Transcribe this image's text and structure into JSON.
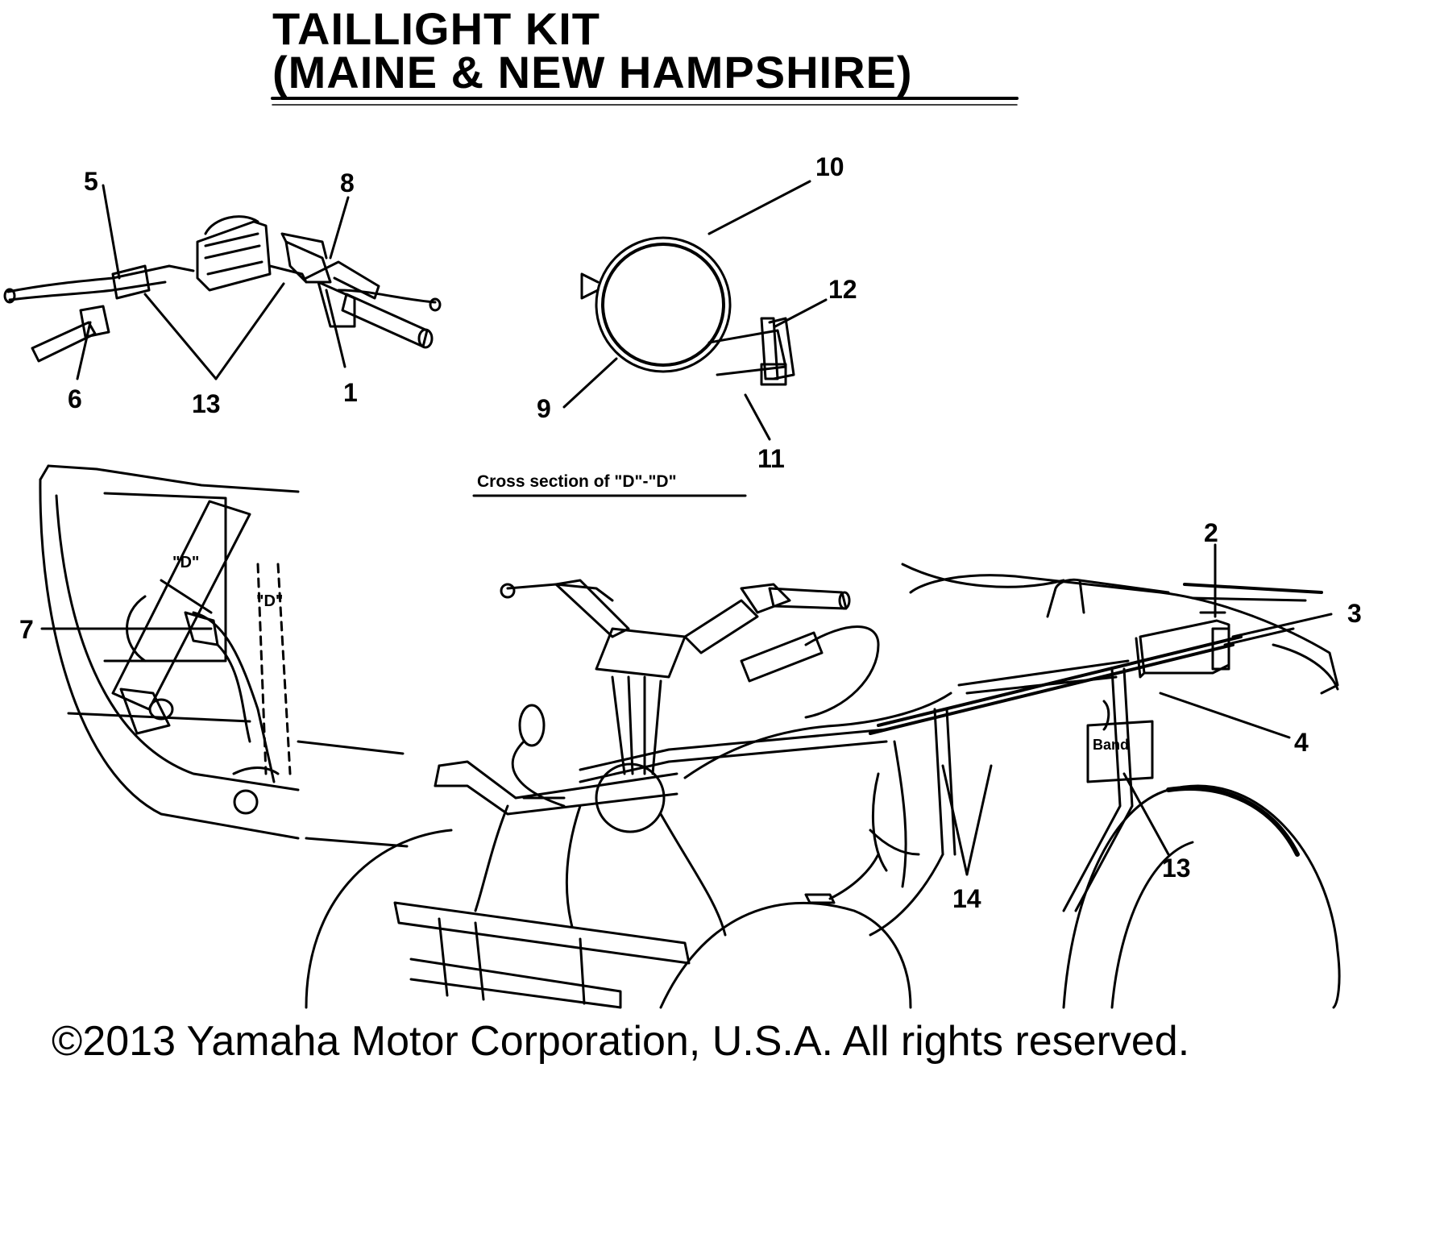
{
  "title": {
    "line1": "TAILLIGHT KIT",
    "line2": "(MAINE & NEW HAMPSHIRE)"
  },
  "cross_section_label": "Cross section of \"D\"-\"D\"",
  "section_marks": [
    "\"D\"",
    "\"D\""
  ],
  "band_label": "Band",
  "callouts": [
    {
      "id": "callout-5",
      "text": "5"
    },
    {
      "id": "callout-8",
      "text": "8"
    },
    {
      "id": "callout-6",
      "text": "6"
    },
    {
      "id": "callout-13-top",
      "text": "13"
    },
    {
      "id": "callout-1",
      "text": "1"
    },
    {
      "id": "callout-10",
      "text": "10"
    },
    {
      "id": "callout-12",
      "text": "12"
    },
    {
      "id": "callout-9",
      "text": "9"
    },
    {
      "id": "callout-11",
      "text": "11"
    },
    {
      "id": "callout-7",
      "text": "7"
    },
    {
      "id": "callout-2",
      "text": "2"
    },
    {
      "id": "callout-3",
      "text": "3"
    },
    {
      "id": "callout-4",
      "text": "4"
    },
    {
      "id": "callout-13-bottom",
      "text": "13"
    },
    {
      "id": "callout-14",
      "text": "14"
    }
  ],
  "copyright": "©2013 Yamaha Motor Corporation, U.S.A. All rights reserved."
}
